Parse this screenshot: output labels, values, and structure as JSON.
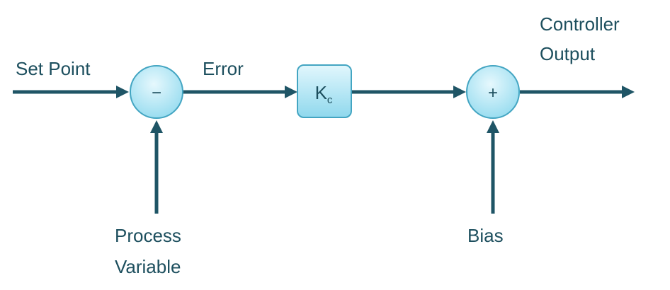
{
  "diagram": {
    "labels": {
      "set_point": "Set Point",
      "error": "Error",
      "controller_output_line1": "Controller",
      "controller_output_line2": "Output",
      "process_variable_line1": "Process",
      "process_variable_line2": "Variable",
      "bias": "Bias"
    },
    "nodes": {
      "subtract_sign": "−",
      "gain_symbol": "K",
      "gain_subscript": "c",
      "add_sign": "+"
    },
    "colors": {
      "line": "#1f5566",
      "text": "#1d4f5e",
      "node_fill": "#9fe0f2",
      "node_stroke": "#43a5c2"
    }
  }
}
